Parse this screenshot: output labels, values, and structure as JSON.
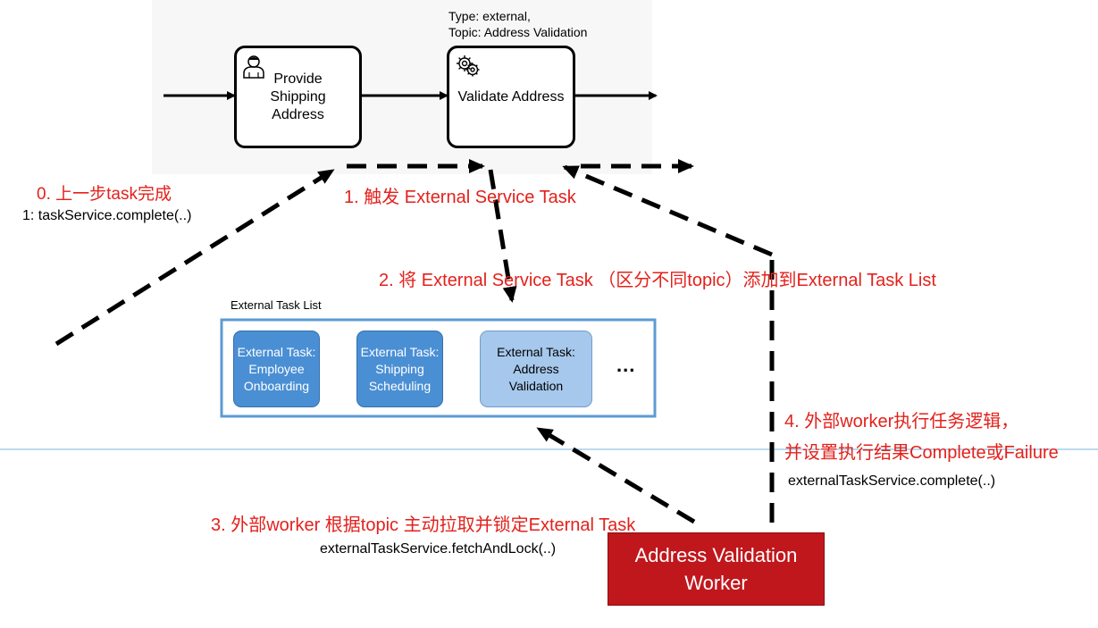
{
  "process": {
    "task1": {
      "label": "Provide\nShipping\nAddress",
      "icon": "user-icon"
    },
    "task2": {
      "label": "Validate Address",
      "icon": "gear-icon",
      "meta_line1": "Type: external,",
      "meta_line2": "Topic: Address Validation"
    }
  },
  "steps": {
    "step0_title": "0. 上一步task完成",
    "step0_code": "1: taskService.complete(..)",
    "step1": "1. 触发 External Service Task",
    "step2": "2. 将 External Service Task （区分不同topic）添加到External Task List",
    "step3": "3. 外部worker 根据topic 主动拉取并锁定External Task",
    "step3_code": "externalTaskService.fetchAndLock(..)",
    "step4_line1": "4. 外部worker执行任务逻辑，",
    "step4_line2": "并设置执行结果Complete或Failure",
    "step4_code": "externalTaskService.complete(..)"
  },
  "external_task_list": {
    "title": "External Task List",
    "cards": [
      {
        "label": "External Task:\nEmployee\nOnboarding",
        "highlight": false
      },
      {
        "label": "External Task:\nShipping\nScheduling",
        "highlight": false
      },
      {
        "label": "External Task:\nAddress\nValidation",
        "highlight": true
      }
    ],
    "more": "..."
  },
  "worker": {
    "label": "Address Validation\nWorker"
  },
  "colors": {
    "red_text": "#e3211c",
    "worker_bg": "#c0171d",
    "card_dark": "#4a8fd4",
    "card_light": "#a6c8ec",
    "list_border": "#5b9bd5",
    "divider": "#7ab4e0"
  }
}
